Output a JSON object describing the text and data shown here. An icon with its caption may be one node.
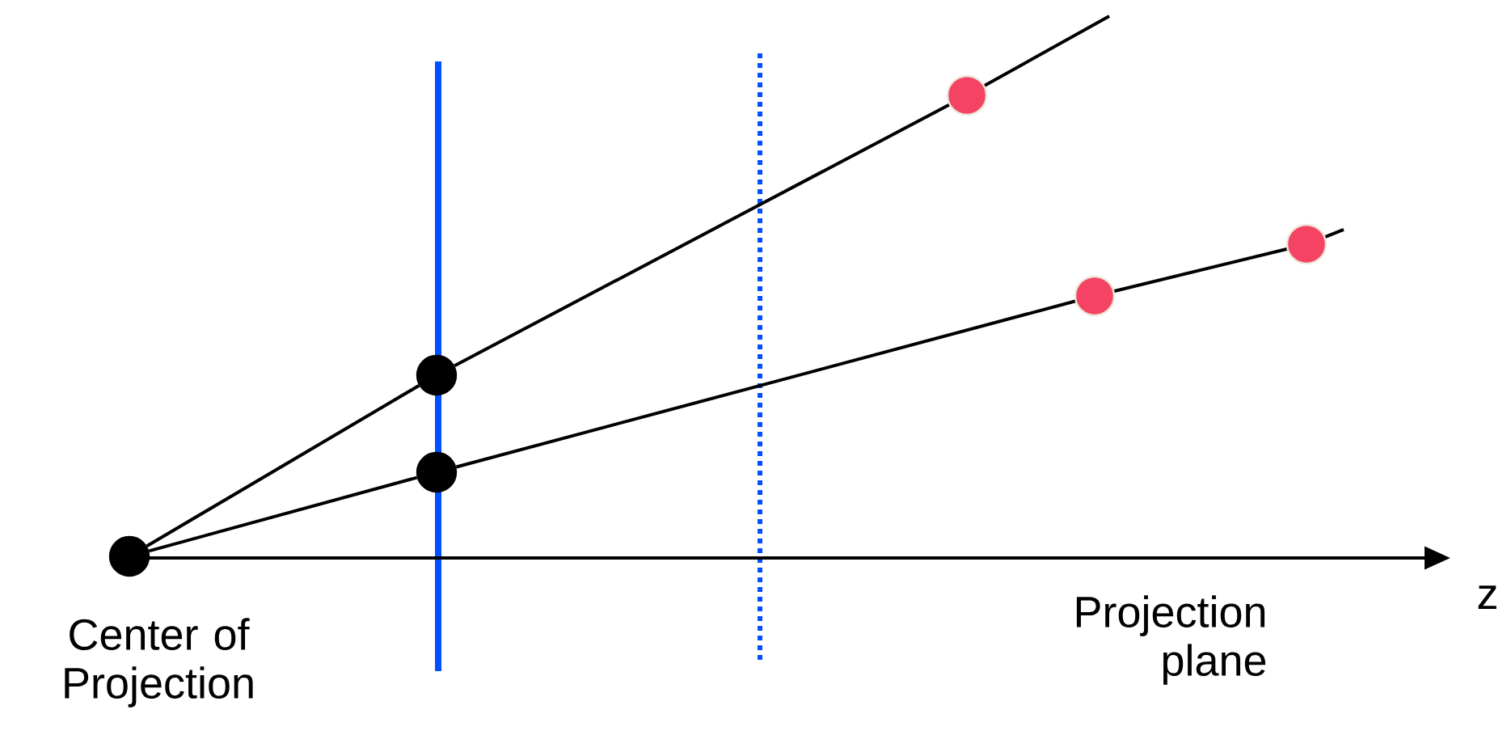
{
  "diagram": {
    "nodes": [
      {
        "text": [],
        "shape": "circle",
        "beside": [
          "Center of Projection"
        ]
      },
      {
        "text": [],
        "shape": "circle"
      },
      {
        "text": [],
        "shape": "circle"
      },
      {
        "text": [],
        "shape": "circle"
      },
      {
        "text": [],
        "shape": "circle"
      },
      {
        "text": [],
        "shape": "circle"
      }
    ],
    "edges": [
      {
        "from": 0,
        "to": 1,
        "arrow": "none"
      },
      {
        "from": 1,
        "to": 3,
        "arrow": "none"
      },
      {
        "from": 3,
        "to": null,
        "arrow": "none"
      },
      {
        "from": 0,
        "to": 2,
        "arrow": "none"
      },
      {
        "from": 2,
        "to": 4,
        "arrow": "none"
      },
      {
        "from": 4,
        "to": 5,
        "arrow": "none"
      },
      {
        "from": 5,
        "to": null,
        "arrow": "none"
      }
    ],
    "labels": [
      "Projection plane",
      "z"
    ]
  }
}
